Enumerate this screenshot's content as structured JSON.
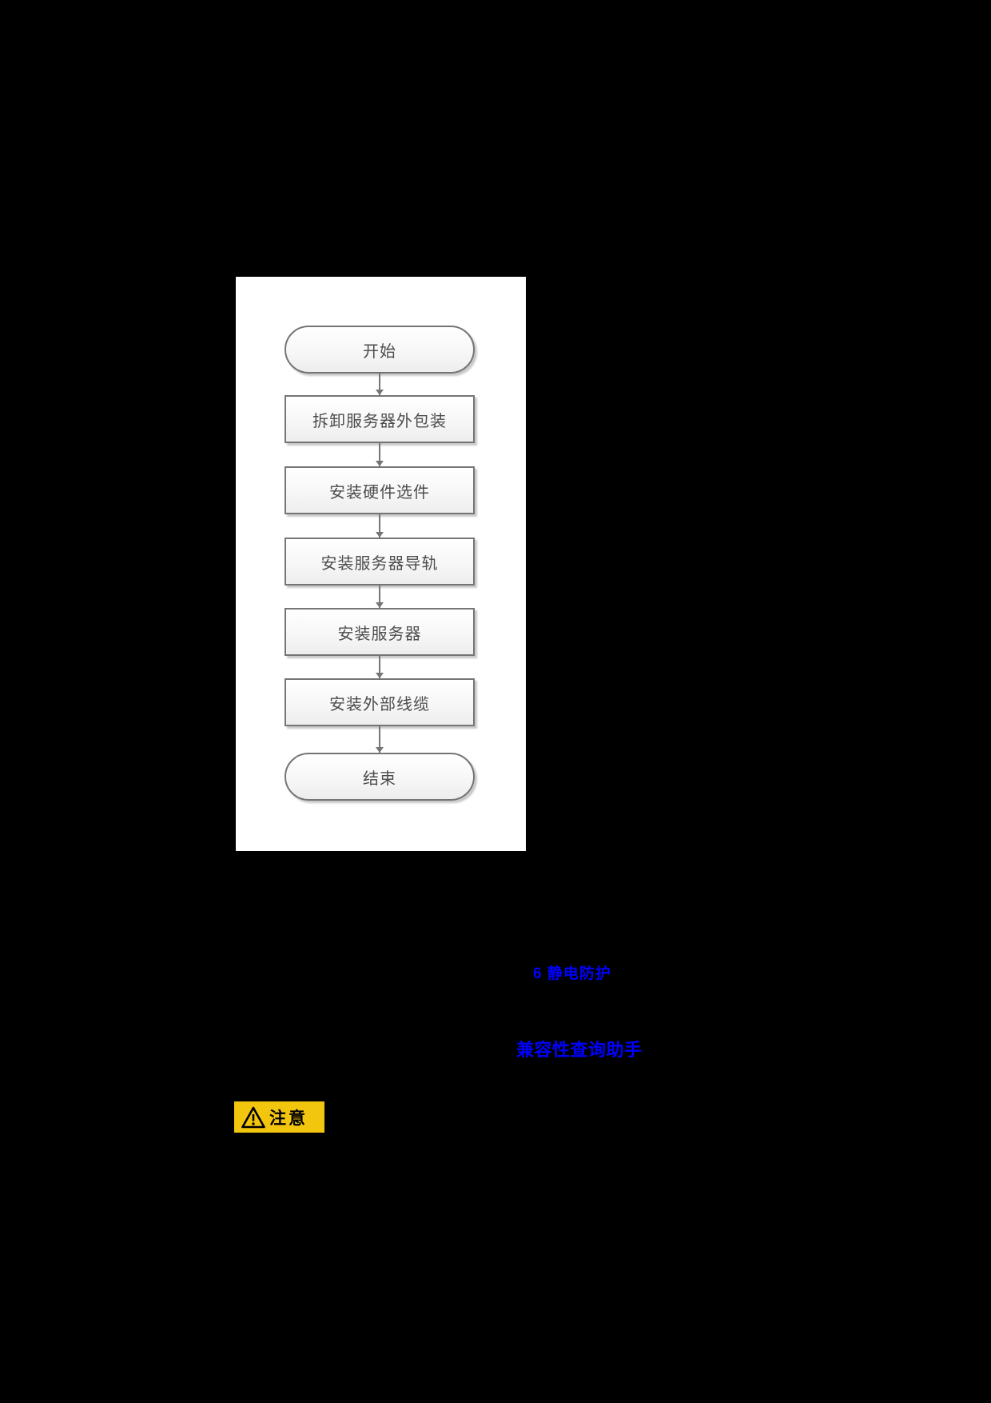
{
  "page": {
    "background_color": "#000000"
  },
  "figure": {
    "flowchart": {
      "start_label": "开始",
      "steps": [
        "拆卸服务器外包装",
        "安装硬件选件",
        "安装服务器导轨",
        "安装服务器",
        "安装外部线缆"
      ],
      "end_label": "结束",
      "node_border_color": "#757575",
      "node_text_color": "#4D4D4D",
      "panel_background": "#FFFFFF"
    }
  },
  "links": {
    "esd_section": "6 静电防护",
    "compatibility_checker": "兼容性查询助手",
    "link_color": "#0000FF"
  },
  "caution": {
    "label": "注意",
    "icon": "warning-triangle-icon",
    "background_color": "#F2C50F",
    "text_color": "#000000"
  }
}
